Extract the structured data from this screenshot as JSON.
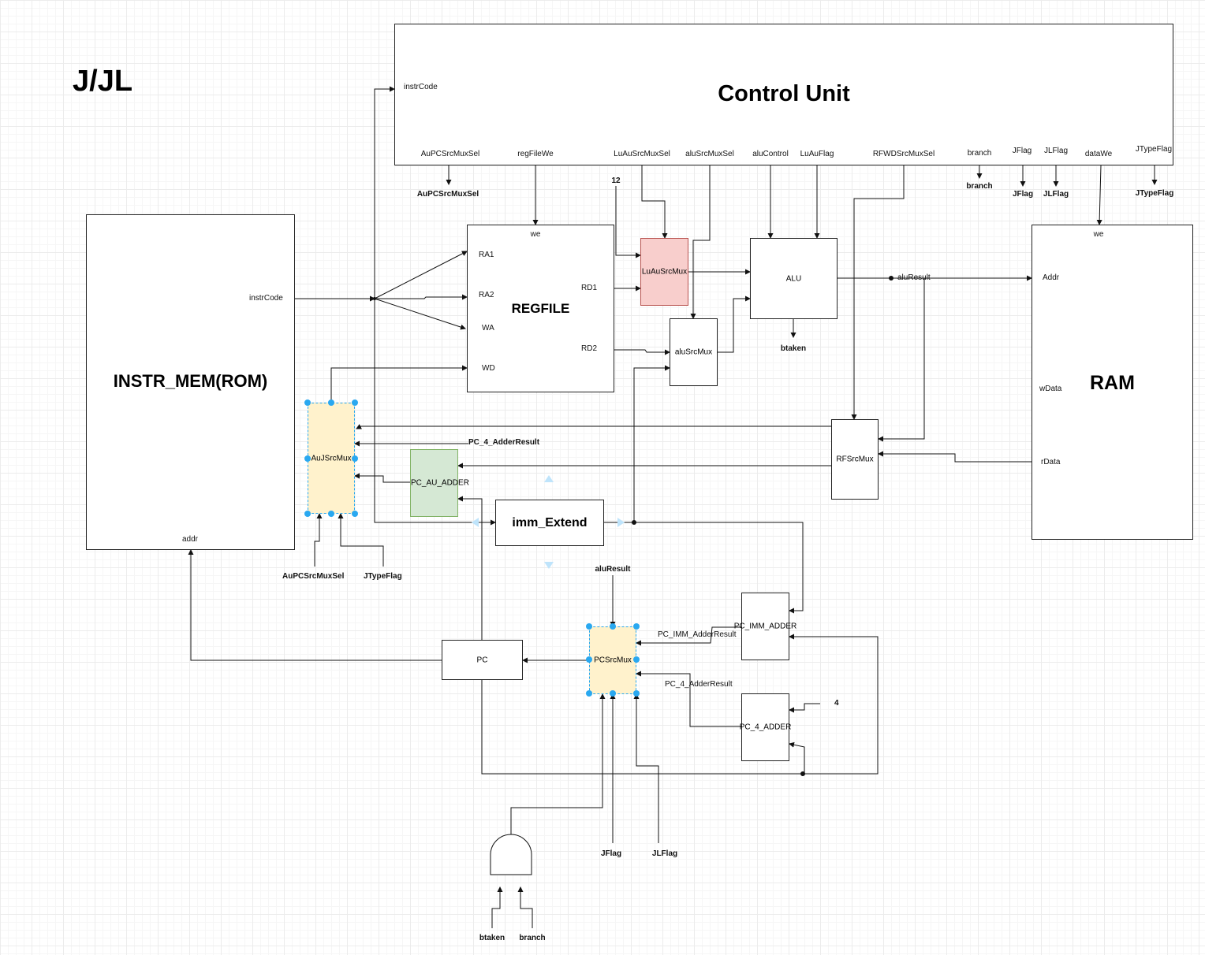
{
  "title": "J/JL",
  "blocks": {
    "control_unit": "Control Unit",
    "instr_mem": "INSTR_MEM(ROM)",
    "regfile": "REGFILE",
    "ram": "RAM",
    "alu": "ALU",
    "lu_au_src_mux": "LuAuSrcMux",
    "alu_src_mux": "aluSrcMux",
    "au_j_src_mux": "AuJSrcMux",
    "pc_au_adder": "PC_AU_ADDER",
    "imm_extend": "imm_Extend",
    "rf_src_mux": "RFSrcMux",
    "pc_imm_adder": "PC_IMM_ADDER",
    "pc_4_adder": "PC_4_ADDER",
    "pc": "PC",
    "pc_src_mux": "PCSrcMux"
  },
  "ports": {
    "cu_instr_code": "instrCode",
    "cu_outputs": [
      "AuPCSrcMuxSel",
      "regFileWe",
      "LuAuSrcMuxSel",
      "aluSrcMuxSel",
      "aluControl",
      "LuAuFlag",
      "RFWDSrcMuxSel",
      "branch",
      "JFlag",
      "JLFlag",
      "dataWe",
      "JTypeFlag"
    ],
    "im_instr_code": "instrCode",
    "im_addr": "addr",
    "rf_we": "we",
    "rf_ra1": "RA1",
    "rf_ra2": "RA2",
    "rf_wa": "WA",
    "rf_wd": "WD",
    "rf_rd1": "RD1",
    "rf_rd2": "RD2",
    "ram_we": "we",
    "ram_addr": "Addr",
    "ram_wdata": "wData",
    "ram_rdata": "rData"
  },
  "signals": {
    "au_pc_src_mux_sel_top": "AuPCSrcMuxSel",
    "branch_top": "branch",
    "jflag_top": "JFlag",
    "jlflag_top": "JLFlag",
    "jtypeflag_top": "JTypeFlag",
    "const_12": "12",
    "alu_result_wire": "aluResult",
    "btaken_alu": "btaken",
    "pc_4_adder_result_top": "PC_4_AdderResult",
    "au_pc_src_mux_sel_bottom": "AuPCSrcMuxSel",
    "jtypeflag_bottom": "JTypeFlag",
    "alu_result_pcmux": "aluResult",
    "pc_imm_adder_result": "PC_IMM_AdderResult",
    "pc_4_adder_result": "PC_4_AdderResult",
    "const_4": "4",
    "jflag_bottom": "JFlag",
    "jlflag_bottom": "JLFlag",
    "btaken_gate": "btaken",
    "branch_gate": "branch"
  },
  "colors": {
    "lu_au_src_mux_fill": "#f8cecc",
    "lu_au_src_mux_border": "#b85450",
    "selected_fill": "#fff2cc",
    "pc_au_adder_fill": "#d5e8d4",
    "pc_au_adder_border": "#82b366",
    "selection_handle": "#29a8f0"
  }
}
